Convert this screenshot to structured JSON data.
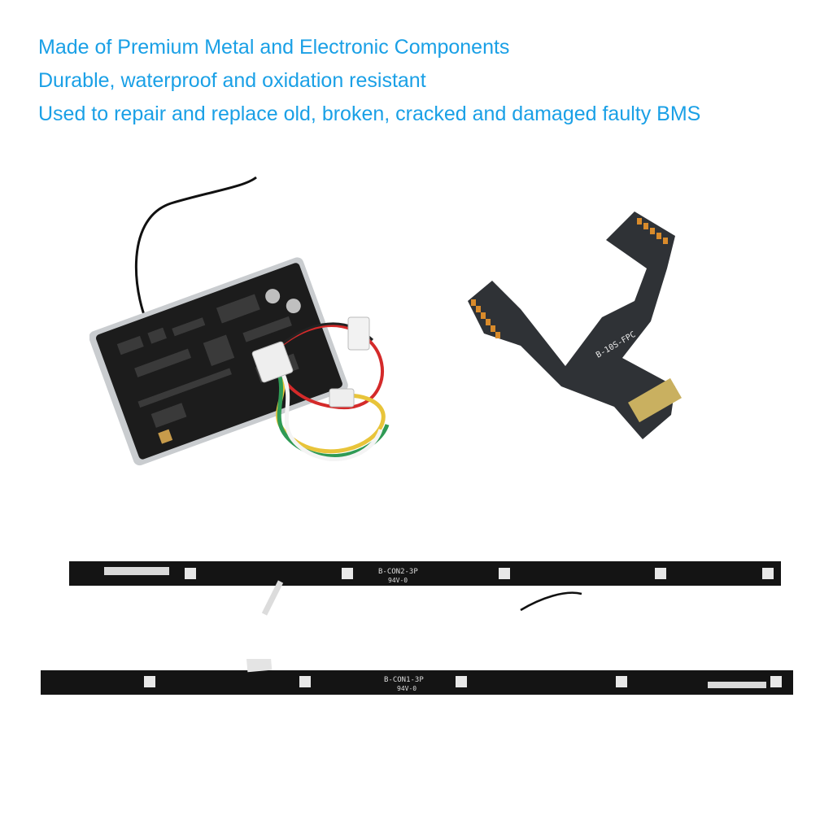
{
  "features": [
    "Made of Premium Metal and Electronic Components",
    "Durable, waterproof and oxidation resistant",
    "Used to repair and replace old, broken, cracked and damaged faulty BMS"
  ],
  "colors": {
    "feature_text": "#1aa0e6",
    "pcb": "#1c1c1c",
    "wire_red": "#d42a2a",
    "wire_yellow": "#e8c43a",
    "wire_green": "#2f9a55"
  },
  "fpc": {
    "label": "B-10S-FPC"
  },
  "strip_top": {
    "label": "B-CON2-3P",
    "sublabel": "94V-0"
  },
  "strip_bottom": {
    "label": "B-CON1-3P",
    "sublabel": "94V-0"
  }
}
